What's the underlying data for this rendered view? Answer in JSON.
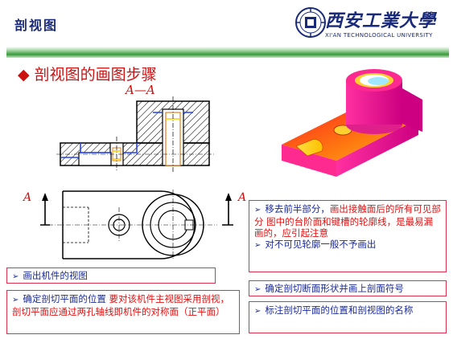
{
  "header": {
    "title": "剖视图",
    "logo_name": "西安工業大學",
    "logo_en": "XI'AN TECHNOLOGICAL UNIVERSITY"
  },
  "section": {
    "title": "剖视图的画图步骤"
  },
  "drawing": {
    "section_label": "A—A",
    "cut_mark_left": "A",
    "cut_mark_right": "A"
  },
  "boxes": {
    "step1": "画出机件的视图",
    "step2_black": "确定剖切平面的位置",
    "step2_red": "要对该机件主视图采用剖视，剖切平面应通过两孔轴线即机件的对称面（正平面）",
    "step3_a": "移去前半部分，",
    "step3_b": "画出接触面后的所有可见部分",
    "step3_c": "图中的台阶面和键槽的轮廓线，是最易漏画的，应引起注意",
    "step3_d": "对不可见轮廓一般不予画出",
    "step4": "确定剖切断面形状并画上剖面符号",
    "step5": "标注剖切平面的位置和剖视图的名称"
  }
}
